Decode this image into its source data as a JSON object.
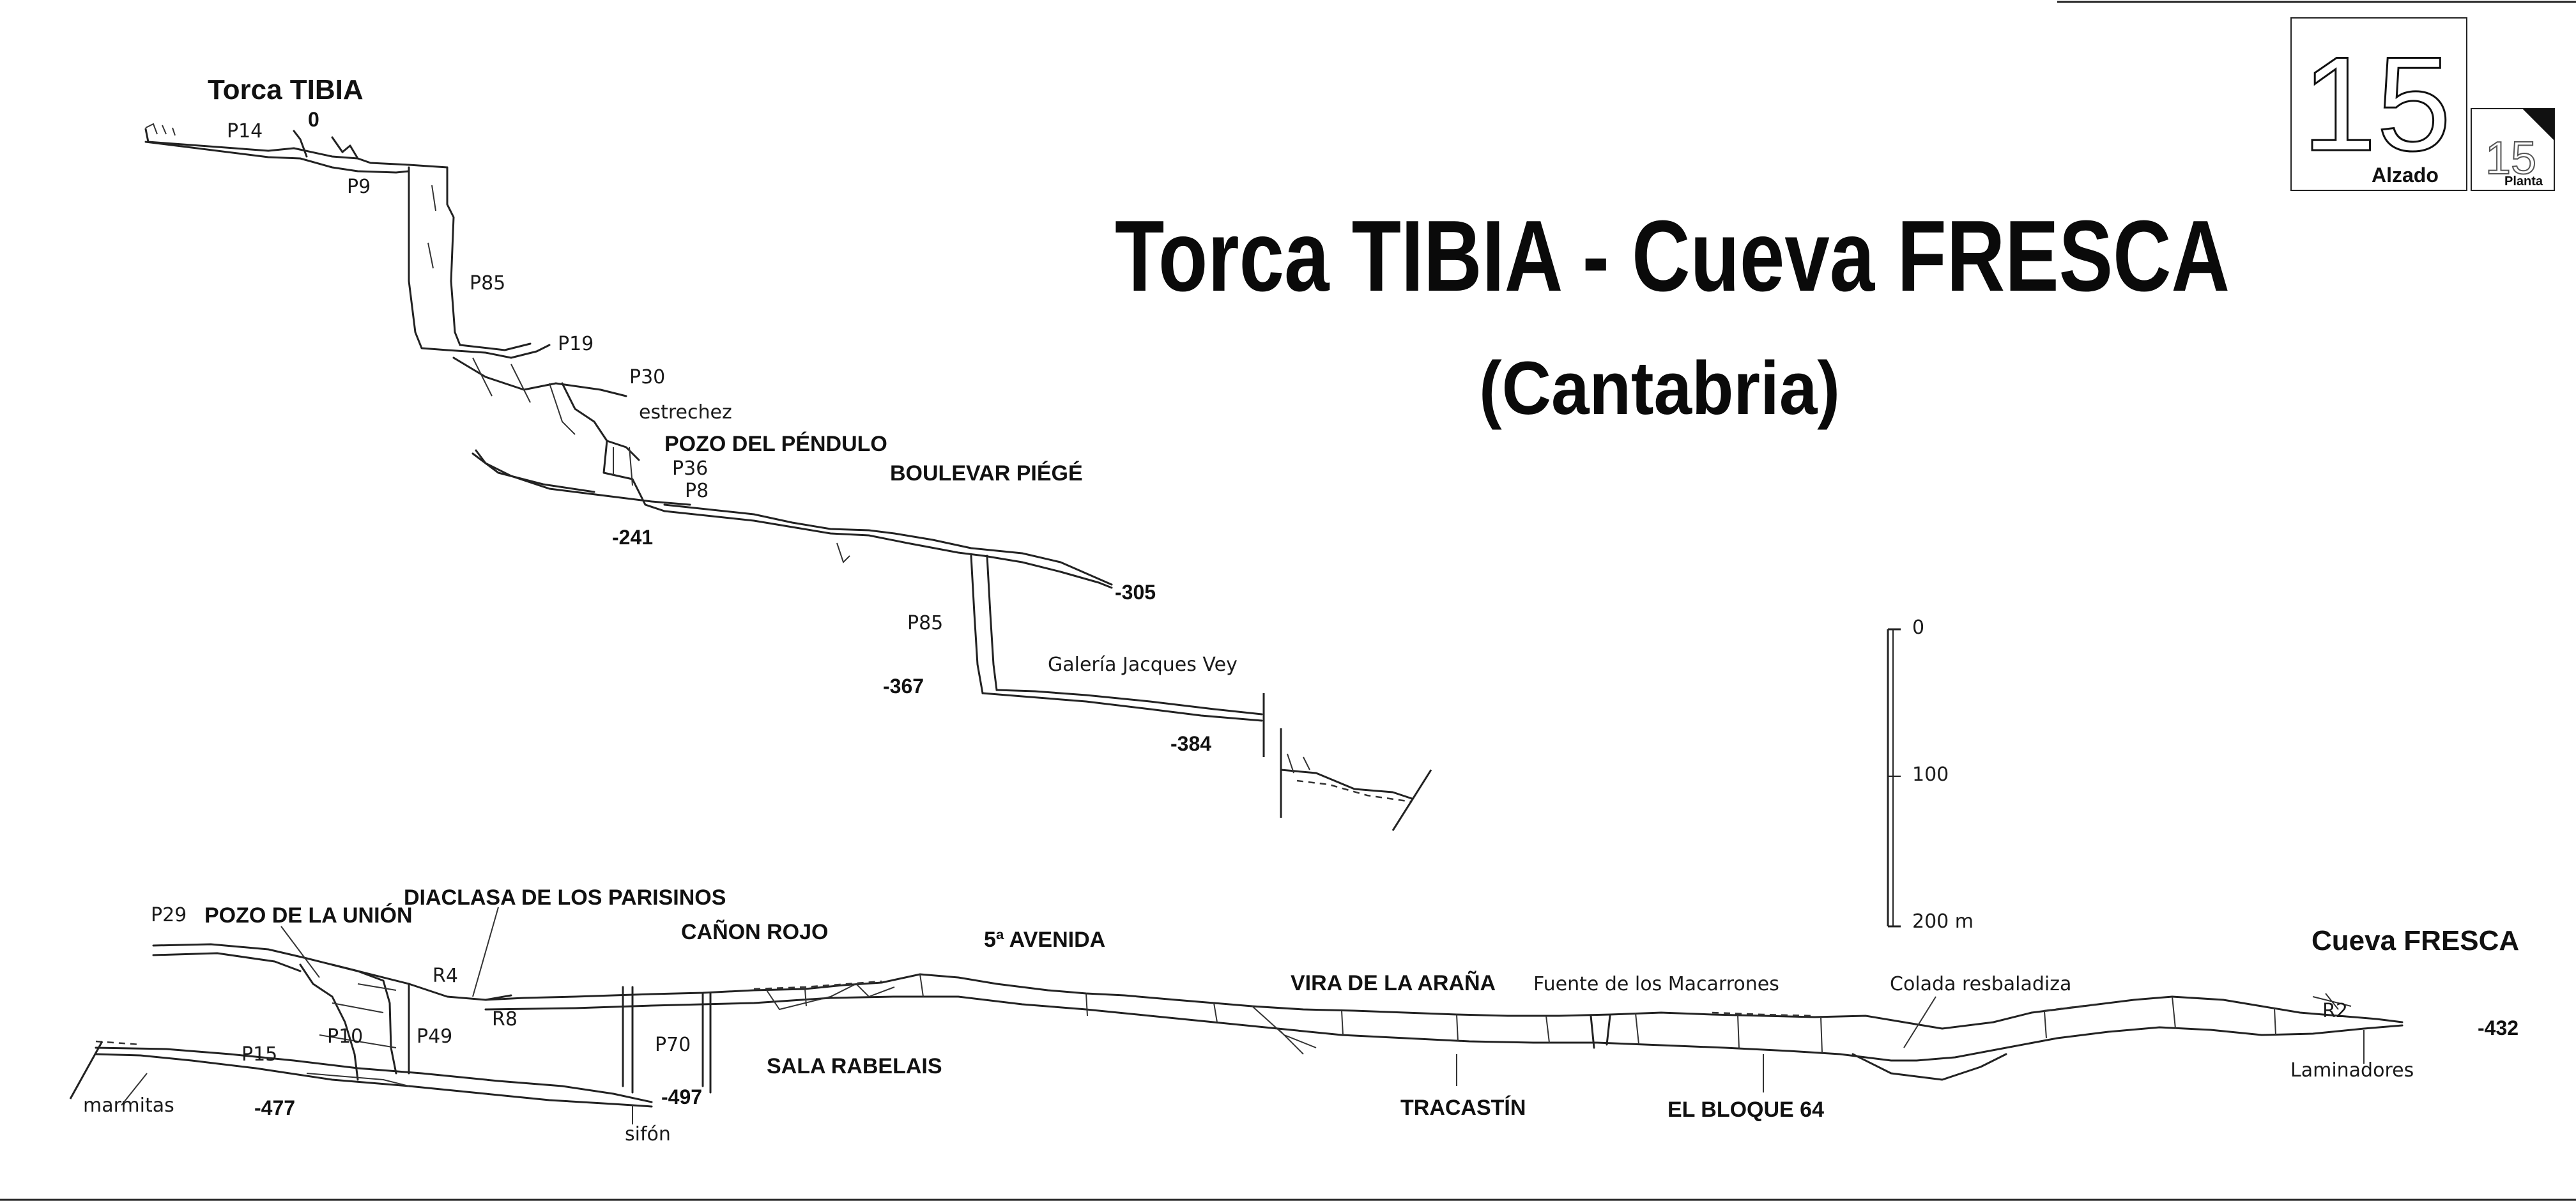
{
  "title": "Torca TIBIA  - Cueva FRESCA",
  "subtitle": "(Cantabria)",
  "badge": {
    "number": "15",
    "label": "Alzado",
    "small_number": "15",
    "small_label": "Planta"
  },
  "scale_bar": {
    "ticks": [
      "0",
      "100",
      "200 m"
    ]
  },
  "caves": {
    "tibia_name": "Torca TIBIA",
    "fresca_name": "Cueva FRESCA"
  },
  "depths": {
    "entrance": "0",
    "d241": "-241",
    "d305": "-305",
    "d367": "-367",
    "d384": "-384",
    "d432": "-432",
    "d477": "-477",
    "d497": "-497"
  },
  "pitches": {
    "p14": "P14",
    "p9": "P9",
    "p85a": "P85",
    "p19": "P19",
    "p30": "P30",
    "p36": "P36",
    "p8": "P8",
    "p85b": "P85",
    "p29": "P29",
    "p15": "P15",
    "p10": "P10",
    "p49": "P49",
    "p70": "P70",
    "r4": "R4",
    "r8": "R8",
    "r2": "R2"
  },
  "labels": {
    "estrechez": "estrechez",
    "pozo_pendulo": "POZO DEL PÉNDULO",
    "boulevar": "BOULEVAR PIÉGÉ",
    "galeria": "Galería Jacques Vey",
    "pozo_union": "POZO DE LA UNIÓN",
    "diaclasa": "DIACLASA DE LOS PARISINOS",
    "canon_rojo": "CAÑON ROJO",
    "avenida": "5ª AVENIDA",
    "sala_rabelais": "SALA RABELAIS",
    "vira": "VIRA DE LA ARAÑA",
    "fuente": "Fuente de los Macarrones",
    "colada": "Colada resbaladiza",
    "tracastin": "TRACASTÍN",
    "bloque": "EL BLOQUE 64",
    "laminadores": "Laminadores",
    "marmitas": "marmitas",
    "sifon": "sifón"
  }
}
